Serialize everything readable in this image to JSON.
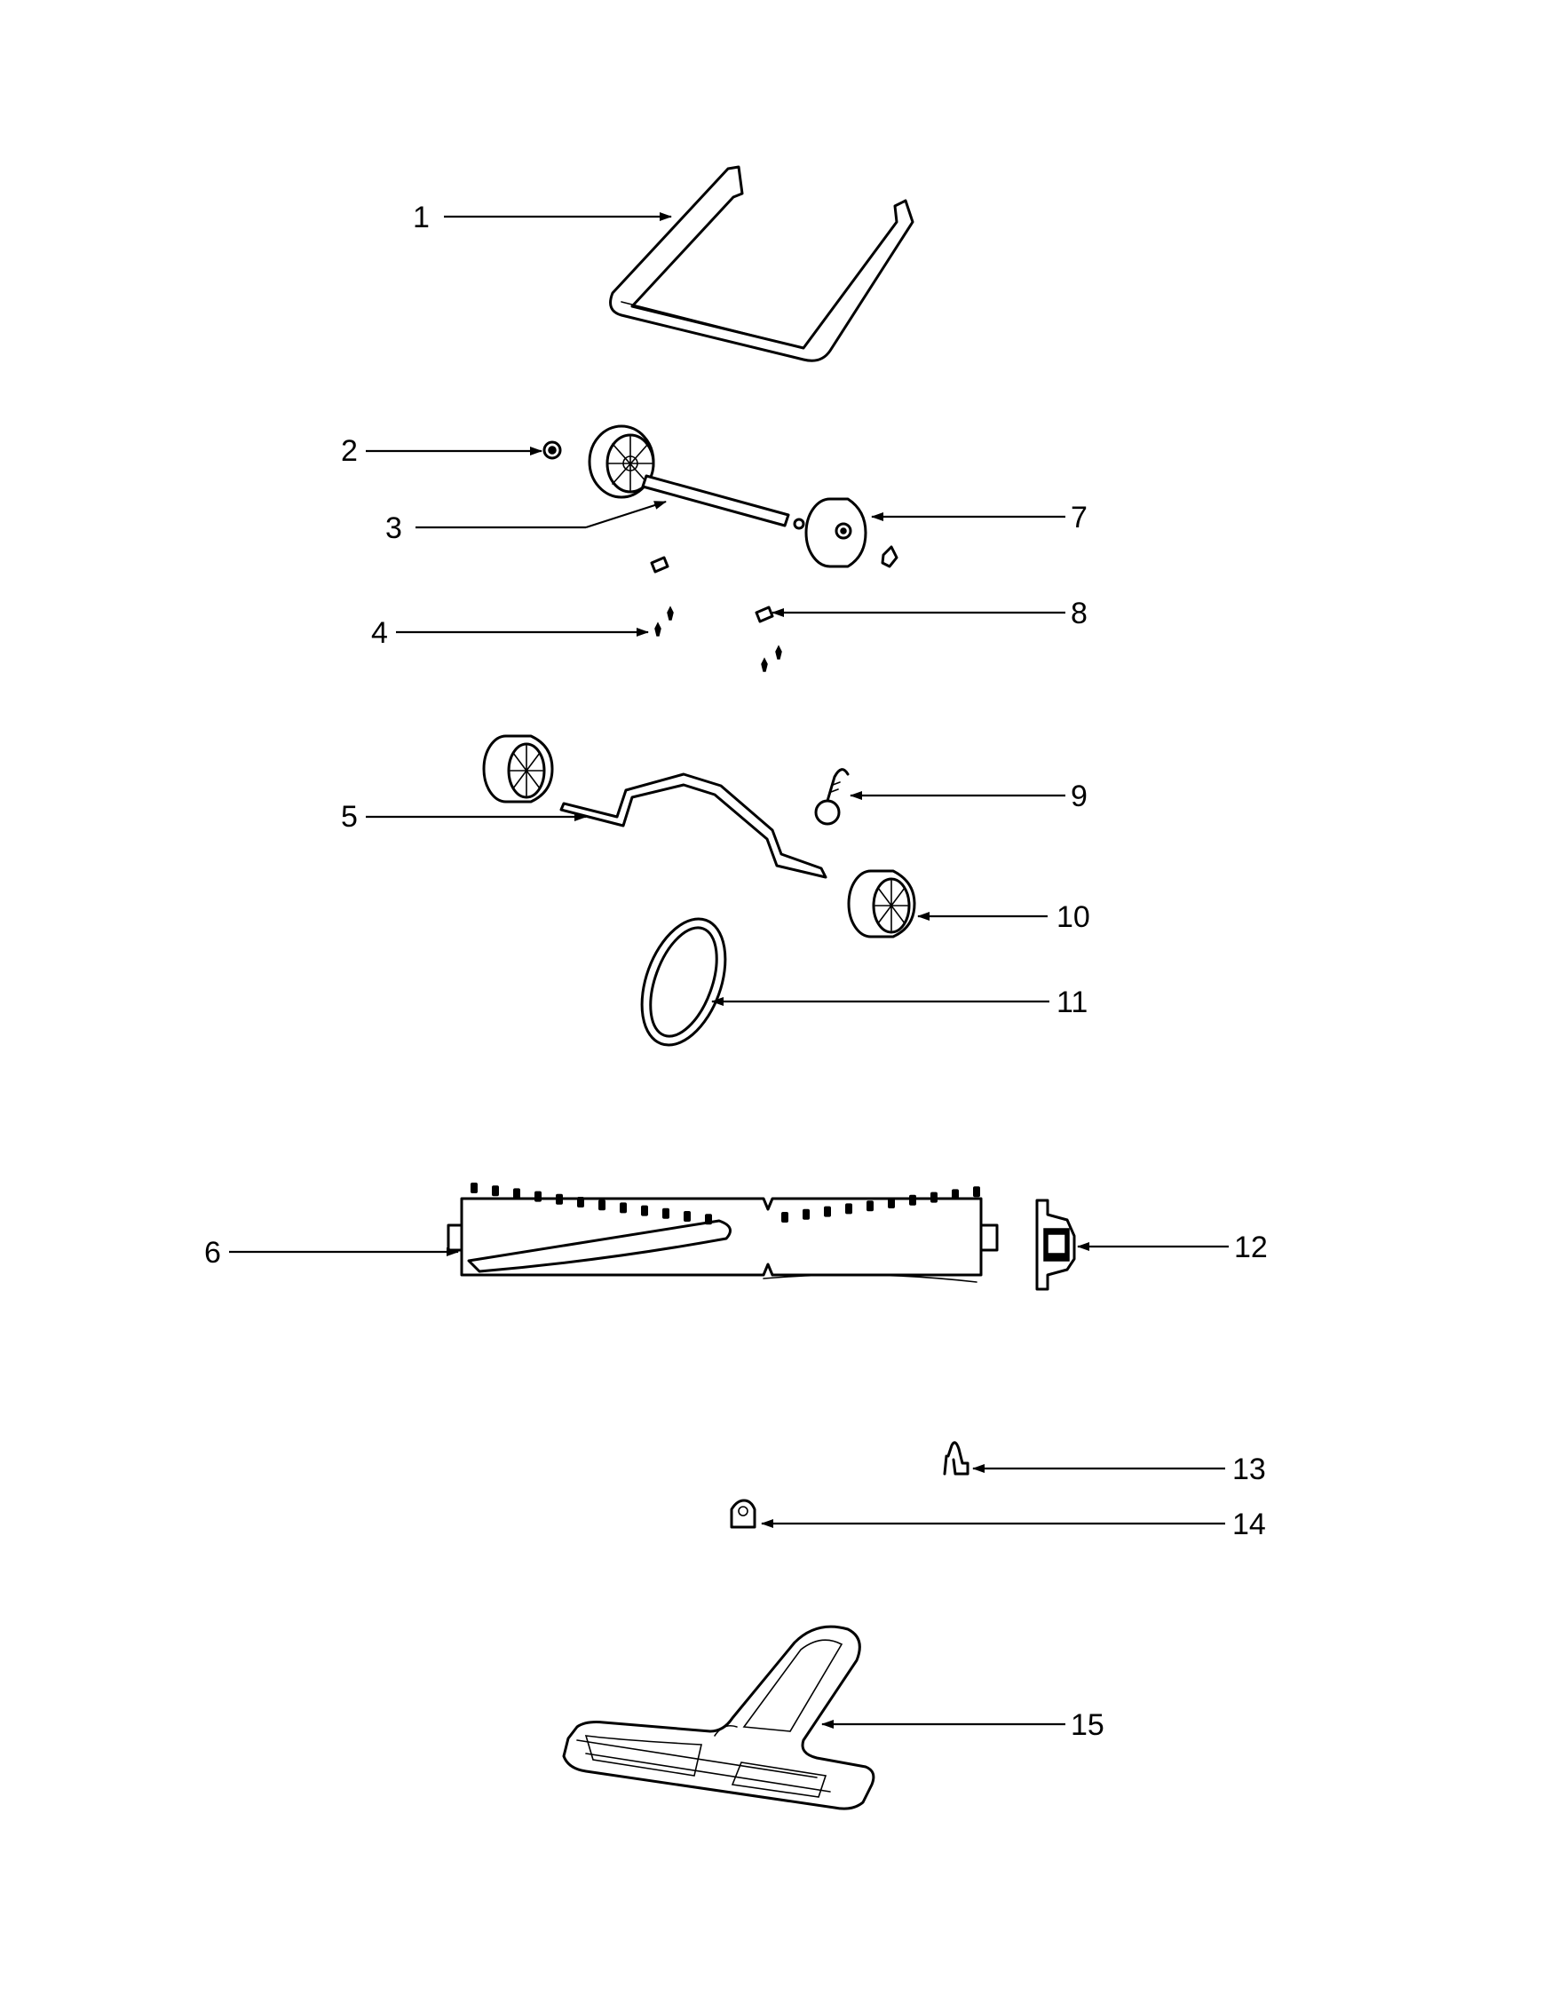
{
  "callouts": [
    {
      "label": "1"
    },
    {
      "label": "2"
    },
    {
      "label": "3"
    },
    {
      "label": "4"
    },
    {
      "label": "5"
    },
    {
      "label": "6"
    },
    {
      "label": "7"
    },
    {
      "label": "8"
    },
    {
      "label": "9"
    },
    {
      "label": "10"
    },
    {
      "label": "11"
    },
    {
      "label": "12"
    },
    {
      "label": "13"
    },
    {
      "label": "14"
    },
    {
      "label": "15"
    }
  ]
}
